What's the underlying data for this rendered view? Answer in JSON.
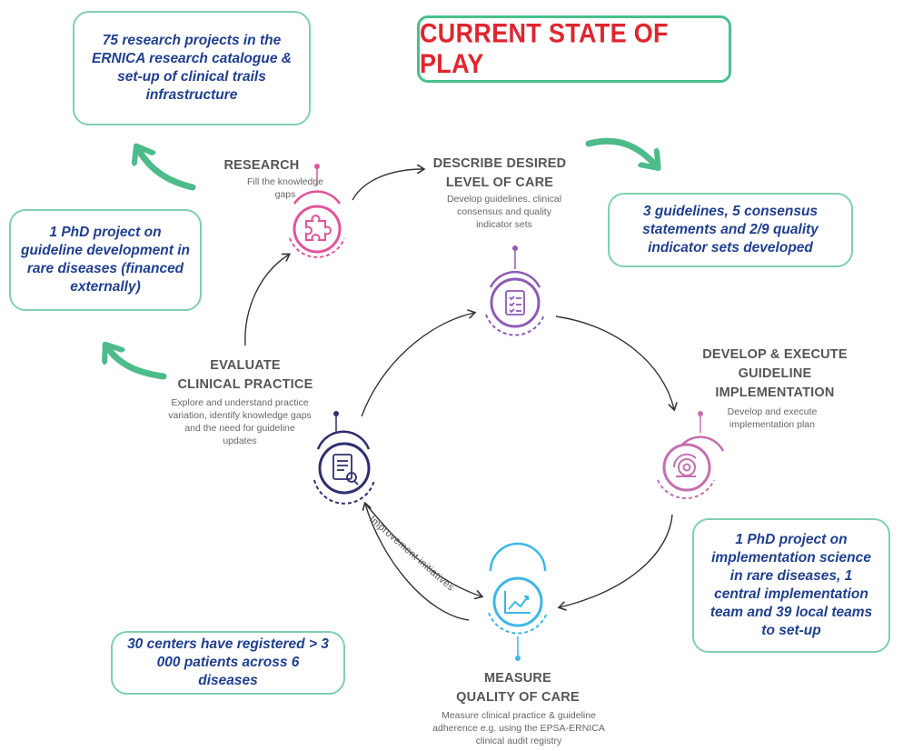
{
  "title": "CURRENT STATE OF PLAY",
  "boxes": {
    "research_projects": "75 research projects in the ERNICA research catalogue & set-up of clinical trails infrastructure",
    "phd_guideline": "1 PhD project on guideline development in rare diseases (financed externally)",
    "guidelines": "3 guidelines, 5 consensus statements and 2/9 quality indicator sets developed",
    "phd_implementation": "1 PhD project on implementation science in rare diseases, 1 central implementation team and 39 local teams to set-up",
    "centers": "30 centers have registered > 3 000 patients across 6 diseases"
  },
  "stages": {
    "research": {
      "title": "RESEARCH",
      "desc": "Fill the knowledge gaps"
    },
    "describe": {
      "title_1": "DESCRIBE DESIRED",
      "title_2": "LEVEL OF CARE",
      "desc": "Develop guidelines, clinical consensus and quality indicator sets"
    },
    "develop": {
      "title_1": "DEVELOP & EXECUTE",
      "title_2": "GUIDELINE",
      "title_3": "IMPLEMENTATION",
      "desc": "Develop and execute implementation plan"
    },
    "measure": {
      "title_1": "MEASURE",
      "title_2": "QUALITY OF CARE",
      "desc": "Measure clinical practice & guideline adherence e.g. using the EPSA-ERNICA clinical audit registry"
    },
    "evaluate": {
      "title_1": "EVALUATE",
      "title_2": "CLINICAL PRACTICE",
      "desc": "Explore and understand practice variation, identify knowledge gaps and the need for guideline updates"
    }
  },
  "improvement_label": "Improvement initiatives",
  "colors": {
    "title_red": "#e0252f",
    "box_border": "#7fcfae",
    "green_arrow": "#4dbb8a",
    "research_pink": "#e0559a",
    "describe_purple": "#8e5bb5",
    "develop_mauve": "#c46fb0",
    "measure_blue": "#3db7e4",
    "evaluate_navy": "#2f2f6e"
  },
  "icons": [
    "puzzle-icon",
    "checklist-icon",
    "gear-cycle-icon",
    "chart-icon",
    "document-magnifier-icon"
  ]
}
